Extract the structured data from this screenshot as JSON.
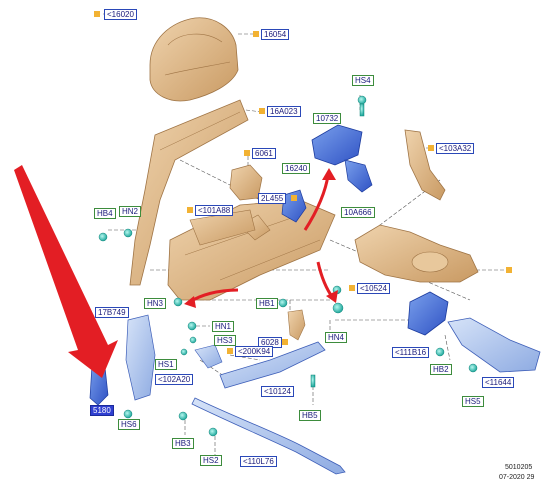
{
  "diagram": {
    "labels": {
      "l16020": "<16020",
      "l16054": "16054",
      "l16A023": "16A023",
      "l6061": "6061",
      "l10732": "10732",
      "lHS4": "HS4",
      "l103A32": "<103A32",
      "l16240": "16240",
      "l101A88": "<101A88",
      "l2L455": "2L455",
      "l10A666": "10A666",
      "lHB4": "HB4",
      "lHN2": "HN2",
      "l10524": "<10524",
      "l17B749": "17B749",
      "lHN3": "HN3",
      "lHB1": "HB1",
      "lHN1": "HN1",
      "lHS3": "HS3",
      "l6028": "6028",
      "lHN4": "HN4",
      "l200K94": "<200K94",
      "lHS1": "HS1",
      "l102A20": "<102A20",
      "l111B16": "<111B16",
      "lHB2": "HB2",
      "l11644": "<11644",
      "l10124": "<10124",
      "lHS5": "HS5",
      "l5180": "5180",
      "lHS6": "HS6",
      "lHB5": "HB5",
      "lHB3": "HB3",
      "lHS2": "HS2",
      "l110L76": "<110L76"
    },
    "footer": {
      "code": "5010205",
      "date": "07-2020 29"
    },
    "colors": {
      "tan_part": "#dcb589",
      "tan_shade": "#c4955f",
      "blue_part": "#4a78d8",
      "light_blue_part": "#a9c2ec",
      "fastener": "#3ad1c4",
      "callout_square": "#f2b233",
      "arrow_red": "#e31e24"
    }
  }
}
